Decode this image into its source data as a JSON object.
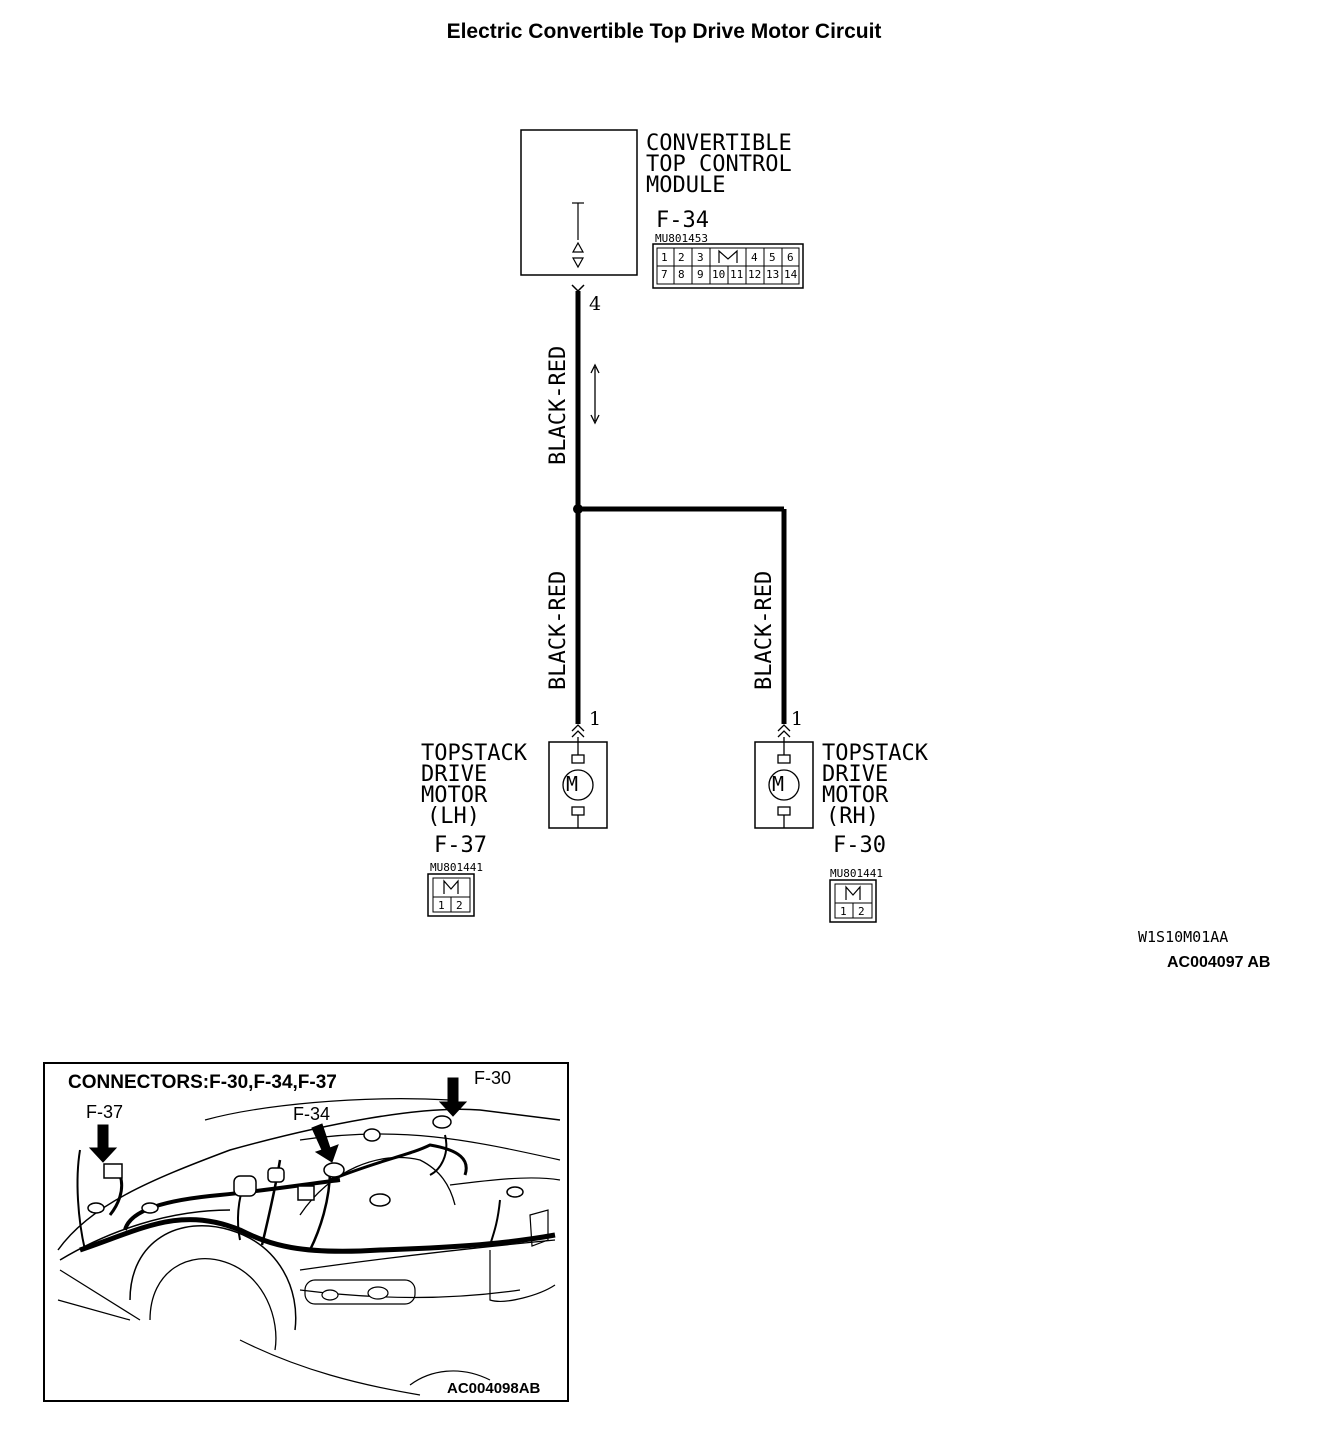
{
  "title": "Electric Convertible Top Drive Motor Circuit",
  "module": {
    "name_lines": [
      "CONVERTIBLE",
      "TOP CONTROL",
      "MODULE"
    ],
    "connector": "F-34",
    "part_number": "MU801453",
    "pin_row1": [
      "1",
      "2",
      "3",
      "4",
      "5",
      "6"
    ],
    "pin_row2": [
      "7",
      "8",
      "9",
      "10",
      "11",
      "12",
      "13",
      "14"
    ],
    "output_pin": "4"
  },
  "wires": {
    "main": "BLACK-RED",
    "left": "BLACK-RED",
    "right": "BLACK-RED"
  },
  "motor_lh": {
    "name_lines": [
      "TOPSTACK",
      "DRIVE",
      "MOTOR",
      "(LH)"
    ],
    "connector": "F-37",
    "part_number": "MU801441",
    "pins": [
      "1",
      "2"
    ],
    "input_pin": "1",
    "symbol": "M"
  },
  "motor_rh": {
    "name_lines": [
      "TOPSTACK",
      "DRIVE",
      "MOTOR",
      "(RH)"
    ],
    "connector": "F-30",
    "part_number": "MU801441",
    "pins": [
      "1",
      "2"
    ],
    "input_pin": "1",
    "symbol": "M"
  },
  "diagram_code": "W1S10M01AA",
  "diagram_ref": "AC004097 AB",
  "inset": {
    "title": "CONNECTORS:F-30,F-34,F-37",
    "labels": [
      "F-37",
      "F-34",
      "F-30"
    ],
    "ref": "AC004098AB"
  }
}
